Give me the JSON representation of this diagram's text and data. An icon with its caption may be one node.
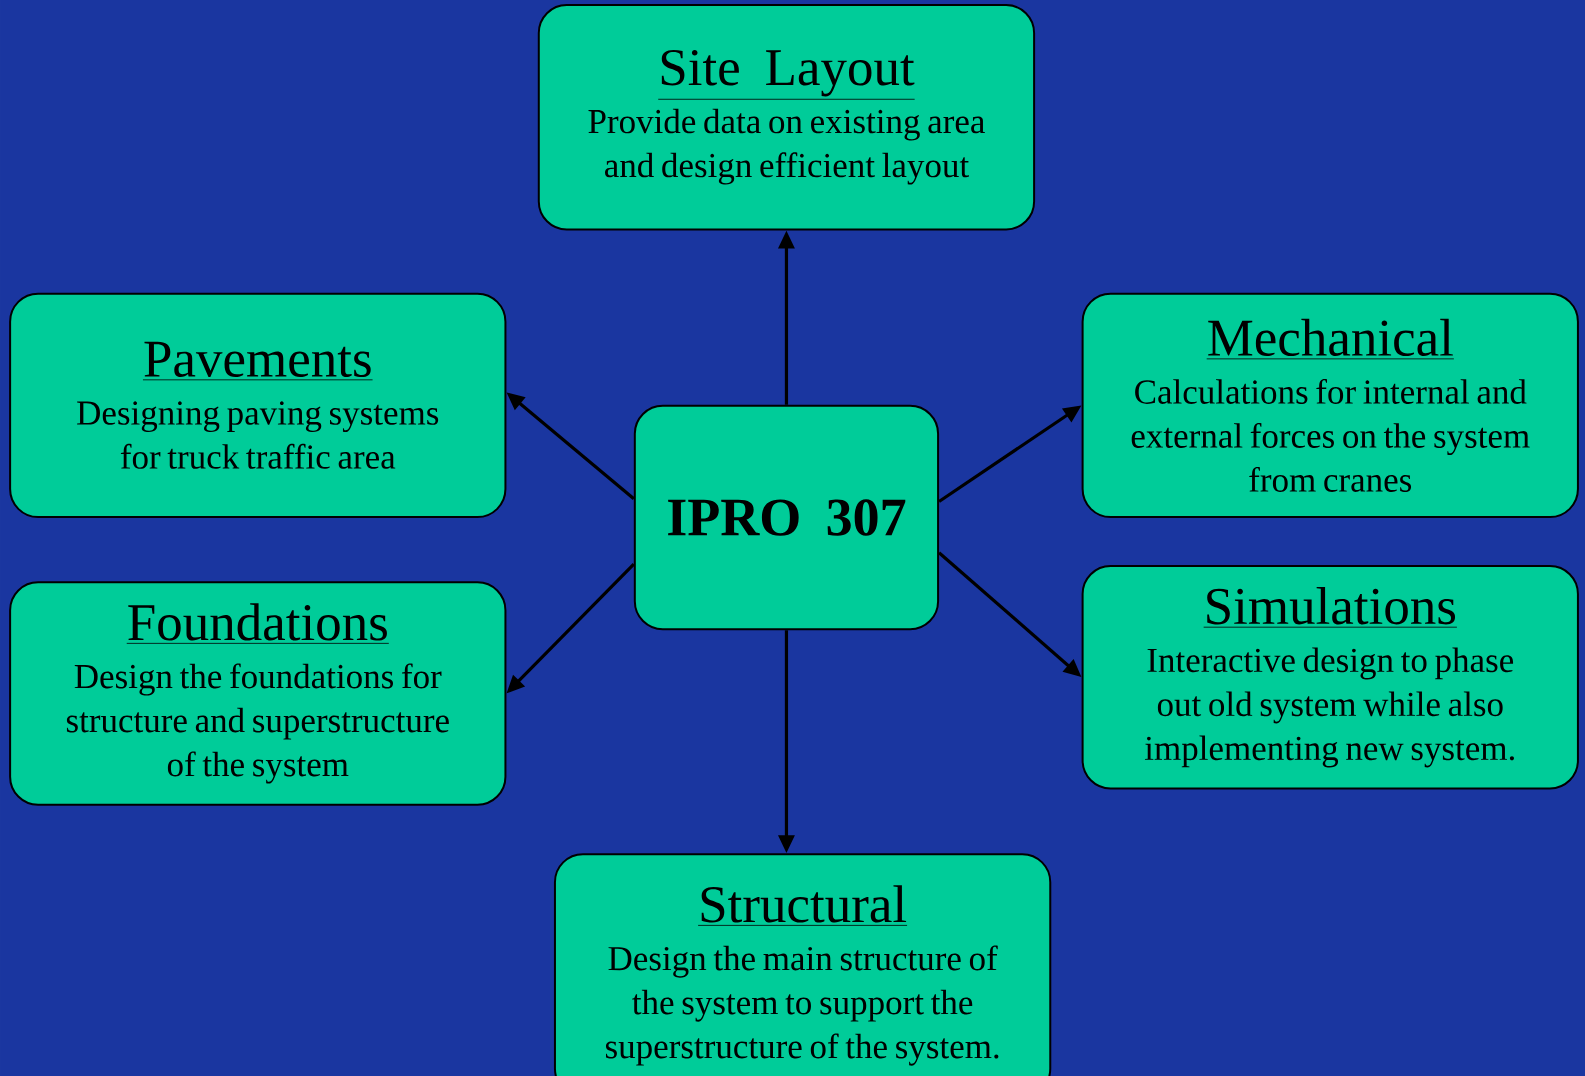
{
  "diagram": {
    "nodes": [
      {
        "text": [
          "IPRO 307"
        ]
      },
      {
        "text": [
          "Site Layout",
          "Provide data on existing area and design efficient layout"
        ]
      },
      {
        "text": [
          "Pavements",
          "Designing paving systems for truck traffic area"
        ]
      },
      {
        "text": [
          "Mechanical",
          "Calculations for internal and external forces on the system from cranes"
        ]
      },
      {
        "text": [
          "Foundations",
          "Design the foundations for structure and superstructure of the system"
        ]
      },
      {
        "text": [
          "Simulations",
          "Interactive design to phase out old system while also implementing new system."
        ]
      },
      {
        "text": [
          "Structural",
          "Design the main structure of the system to support the superstructure of the system."
        ]
      }
    ],
    "edges": [
      {
        "from": 0,
        "to": 1,
        "arrow": "to"
      },
      {
        "from": 0,
        "to": 2,
        "arrow": "to"
      },
      {
        "from": 0,
        "to": 3,
        "arrow": "to"
      },
      {
        "from": 0,
        "to": 4,
        "arrow": "to"
      },
      {
        "from": 0,
        "to": 5,
        "arrow": "to"
      },
      {
        "from": 0,
        "to": 6,
        "arrow": "to"
      }
    ]
  }
}
